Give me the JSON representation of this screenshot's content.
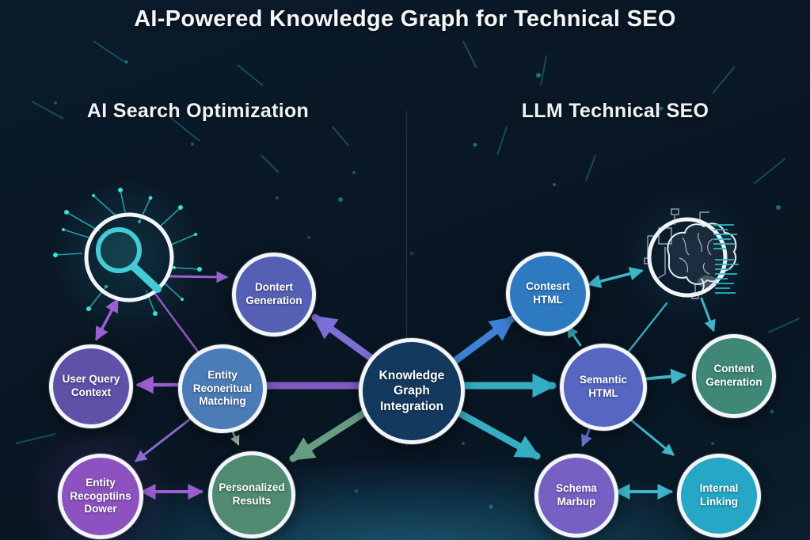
{
  "title": "AI-Powered Knowledge Graph for Technical SEO",
  "sections": {
    "left_heading": "AI Search Optimization",
    "right_heading": "LLM Technical SEO"
  },
  "nodes": {
    "knowledge_graph": {
      "label": "Knowledge Graph Integration",
      "fill": "#14395e"
    },
    "content_generation_left": {
      "label": "Dontert Generation",
      "fill": "#5560b4"
    },
    "user_query_context": {
      "label": "User Query Context",
      "fill": "#5f51a8"
    },
    "entity_matching": {
      "label": "Entity Reoneritual Matching",
      "fill": "#4b7cb8"
    },
    "entity_recognition": {
      "label": "Entity Recogptiins Dower",
      "fill": "#8d52bf"
    },
    "personalized_results": {
      "label": "Personalized Results",
      "fill": "#4f8a71"
    },
    "contest_html": {
      "label": "Contesrt HTML",
      "fill": "#2e7ac1"
    },
    "semantic_html": {
      "label": "Semantic HTML",
      "fill": "#5766c0"
    },
    "content_generation_right": {
      "label": "Content Generation",
      "fill": "#3f8877"
    },
    "schema_markup": {
      "label": "Schema Marbup",
      "fill": "#7660c4"
    },
    "internal_linking": {
      "label": "Internal Linking",
      "fill": "#25a7c5"
    }
  },
  "icons": {
    "left": "search-network-icon",
    "right": "ai-brain-circuit-icon"
  },
  "colors": {
    "background_top": "#0b1b2b",
    "node_border": "#f2f6f9",
    "accent_teal": "#35aec4",
    "accent_cyan_dot": "#2fd3e0",
    "accent_purple": "#9a5fd0",
    "accent_blue": "#3e82d6",
    "accent_green": "#679d82"
  }
}
